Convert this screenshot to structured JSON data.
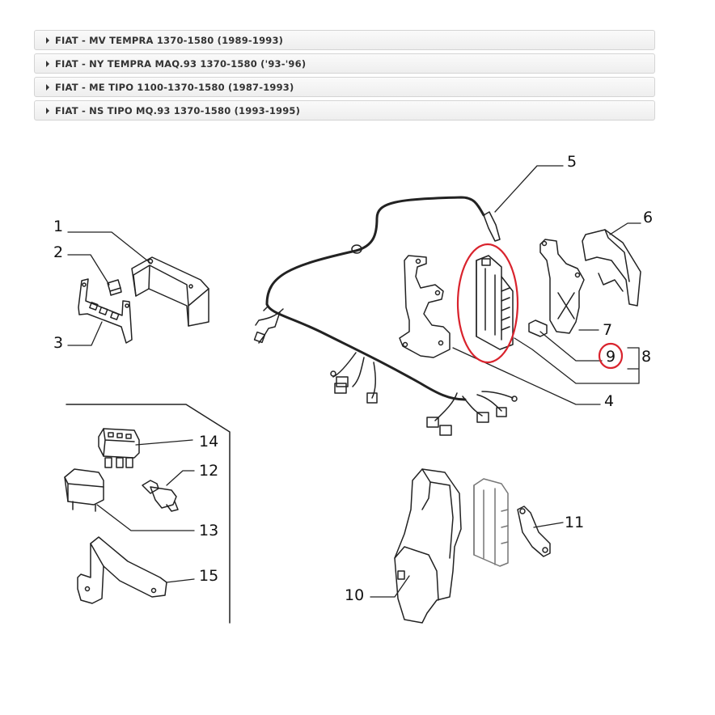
{
  "accordion": {
    "items": [
      {
        "label": "FIAT - MV TEMPRA 1370-1580 (1989-1993)"
      },
      {
        "label": "FIAT - NY TEMPRA MAQ.93 1370-1580 ('93-'96)"
      },
      {
        "label": "FIAT - ME TIPO 1100-1370-1580 (1987-1993)"
      },
      {
        "label": "FIAT - NS TIPO MQ.93 1370-1580 (1993-1995)"
      }
    ]
  },
  "diagram": {
    "highlight_color": "#d9232d",
    "highlighted_ref": "9",
    "callouts": {
      "c1": "1",
      "c2": "2",
      "c3": "3",
      "c4": "4",
      "c5": "5",
      "c6": "6",
      "c7": "7",
      "c8": "8",
      "c9": "9",
      "c10": "10",
      "c11": "11",
      "c12": "12",
      "c13": "13",
      "c14": "14",
      "c15": "15"
    }
  }
}
